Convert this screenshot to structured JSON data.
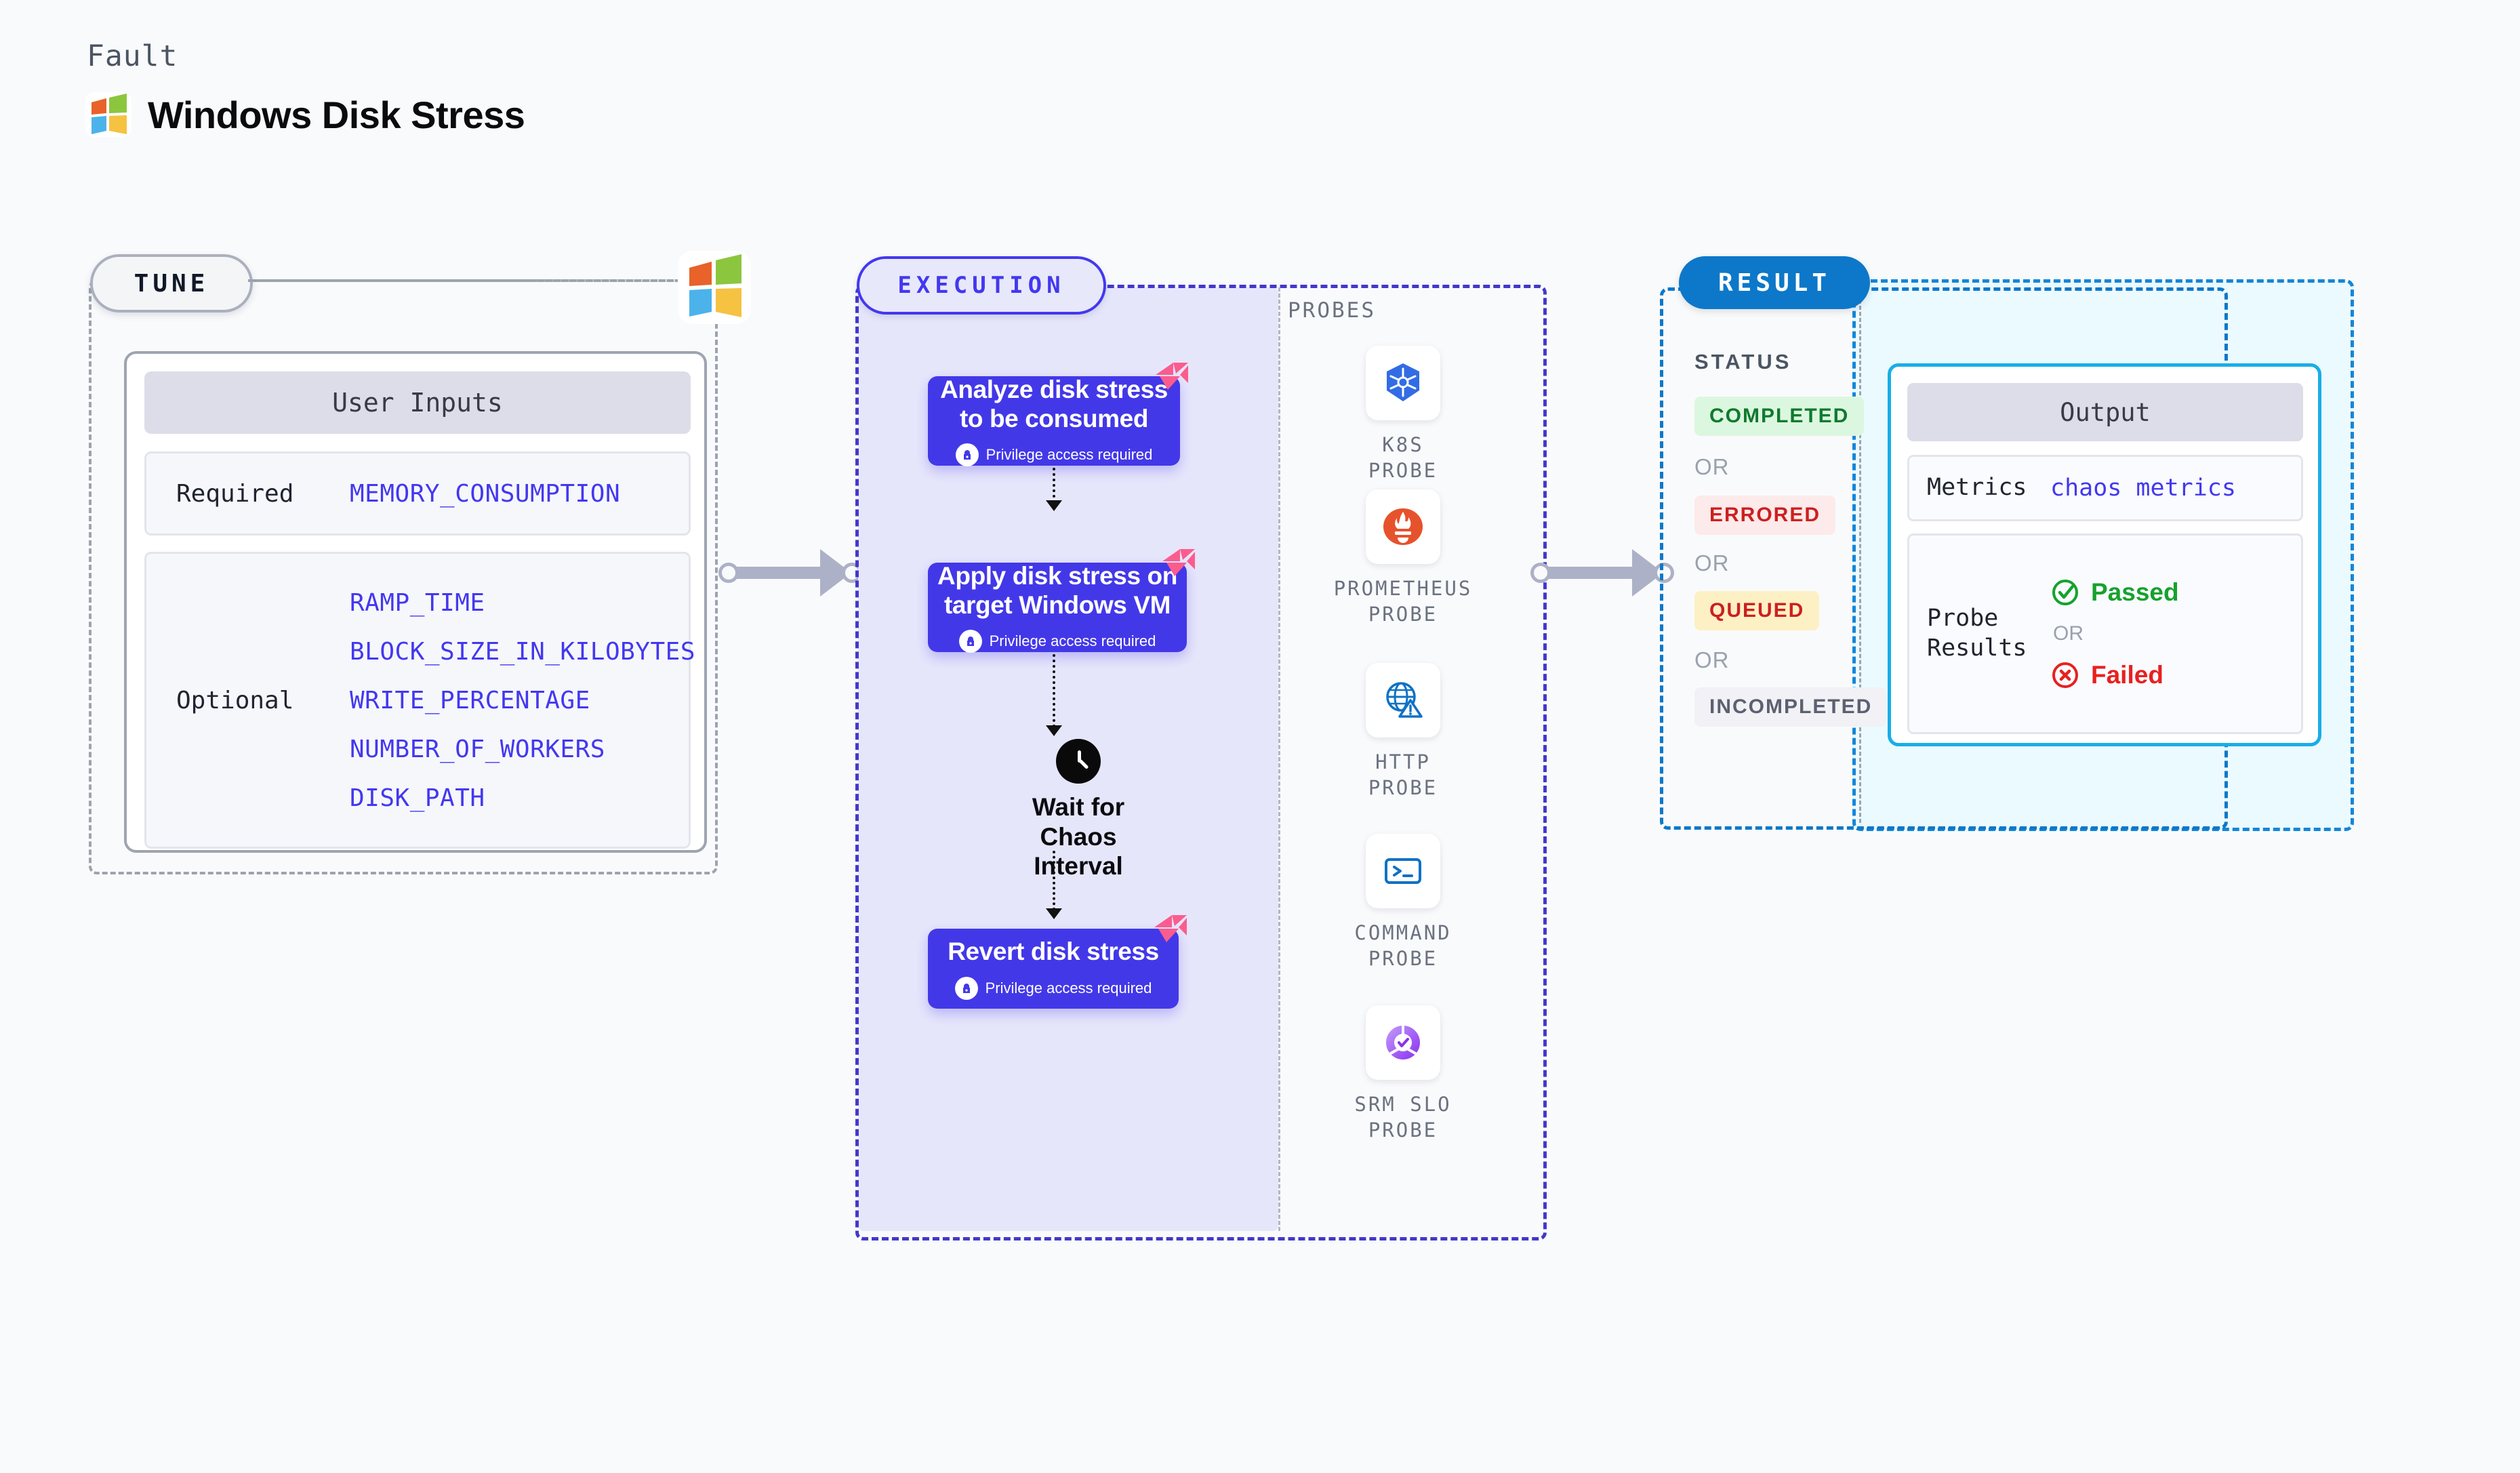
{
  "header": {
    "eyebrow": "Fault",
    "title": "Windows Disk Stress",
    "logo_icon": "windows-logo-icon"
  },
  "tune": {
    "pill_label": "TUNE",
    "badge_icon": "windows-logo-icon",
    "card_title": "User Inputs",
    "required": {
      "label": "Required",
      "values": [
        "MEMORY_CONSUMPTION"
      ]
    },
    "optional": {
      "label": "Optional",
      "values": [
        "RAMP_TIME",
        "BLOCK_SIZE_IN_KILOBYTES",
        "WRITE_PERCENTAGE",
        "NUMBER_OF_WORKERS",
        "DISK_PATH"
      ]
    }
  },
  "execution": {
    "pill_label": "EXECUTION",
    "privilege_note": "Privilege access required",
    "steps": [
      {
        "title": "Analyze disk stress to be consumed",
        "privileged": true,
        "badge_icon": "litmus-chaos-icon"
      },
      {
        "title": "Apply disk stress on target Windows VM",
        "privileged": true,
        "badge_icon": "litmus-chaos-icon"
      },
      {
        "title": "Revert disk stress",
        "privileged": true,
        "badge_icon": "litmus-chaos-icon"
      }
    ],
    "wait_node": {
      "label": "Wait for Chaos Interval",
      "icon": "clock-icon"
    },
    "probes": {
      "section_label": "PROBES",
      "items": [
        {
          "label": "K8S PROBE",
          "icon": "kubernetes-icon"
        },
        {
          "label": "PROMETHEUS PROBE",
          "icon": "prometheus-icon"
        },
        {
          "label": "HTTP PROBE",
          "icon": "http-globe-warning-icon"
        },
        {
          "label": "COMMAND PROBE",
          "icon": "terminal-icon"
        },
        {
          "label": "SRM SLO PROBE",
          "icon": "srm-slo-icon"
        }
      ]
    }
  },
  "result": {
    "pill_label": "RESULT",
    "status_label": "STATUS",
    "or_label": "OR",
    "statuses": [
      {
        "text": "COMPLETED",
        "bg": "#dcf7e0",
        "fg": "#0f7a2e"
      },
      {
        "text": "ERRORED",
        "bg": "#fdeaea",
        "fg": "#cc2020"
      },
      {
        "text": "QUEUED",
        "bg": "#fdf0c4",
        "fg": "#cc2020"
      },
      {
        "text": "INCOMPLETED",
        "bg": "#f1f1f6",
        "fg": "#5b6170"
      }
    ],
    "output": {
      "card_title": "Output",
      "metrics_label": "Metrics",
      "metrics_value": "chaos metrics",
      "probe_results_label": "Probe Results",
      "passed_text": "Passed",
      "failed_text": "Failed",
      "or_label": "OR",
      "passed_icon": "check-circle-icon",
      "failed_icon": "x-circle-icon",
      "passed_color": "#15a22e",
      "failed_color": "#e82020"
    }
  },
  "colors": {
    "accent_purple": "#4338f0",
    "accent_blue": "#0d78c9",
    "accent_cyan": "#17aee8",
    "litmus_pink": "#fb5c8e",
    "connector_grey": "#adb1c7",
    "page_bg": "#f9fafb"
  }
}
